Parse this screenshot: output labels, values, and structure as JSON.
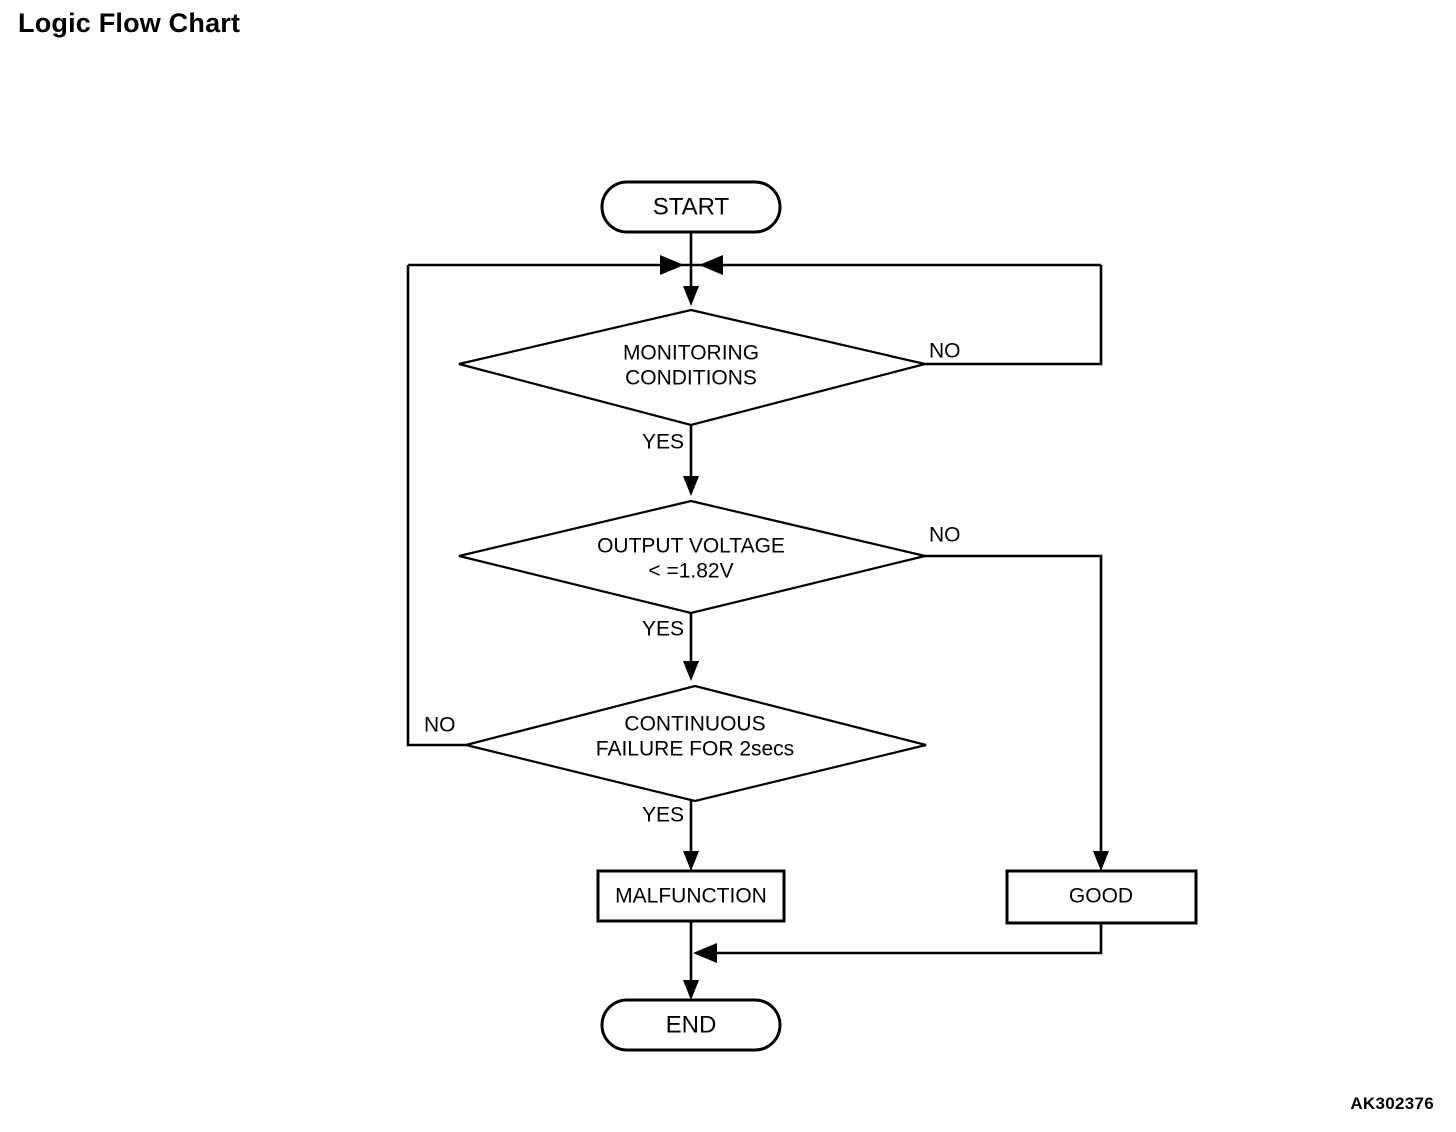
{
  "page": {
    "title": "Logic Flow Chart",
    "reference_code": "AK302376",
    "background_color": "#ffffff",
    "line_color": "#000000"
  },
  "chart_data": {
    "type": "diagram",
    "diagram_kind": "flowchart",
    "title": "Logic Flow Chart",
    "nodes": [
      {
        "id": "start",
        "shape": "terminal",
        "label": "START"
      },
      {
        "id": "monitoring",
        "shape": "decision",
        "label": "MONITORING\nCONDITIONS",
        "line1": "MONITORING",
        "line2": "CONDITIONS"
      },
      {
        "id": "voltage",
        "shape": "decision",
        "label": "OUTPUT VOLTAGE\n< =1.82V",
        "line1": "OUTPUT VOLTAGE",
        "line2": "< =1.82V"
      },
      {
        "id": "continuous",
        "shape": "decision",
        "label": "CONTINUOUS\nFAILURE FOR 2secs",
        "line1": "CONTINUOUS",
        "line2": "FAILURE FOR 2secs"
      },
      {
        "id": "malfunction",
        "shape": "process",
        "label": "MALFUNCTION"
      },
      {
        "id": "good",
        "shape": "process",
        "label": "GOOD"
      },
      {
        "id": "end",
        "shape": "terminal",
        "label": "END"
      }
    ],
    "edges": [
      {
        "from": "start",
        "to": "monitoring",
        "label": "",
        "direction": "down"
      },
      {
        "from": "monitoring",
        "to": "voltage",
        "label": "YES",
        "direction": "down"
      },
      {
        "from": "monitoring",
        "to": "start_join",
        "label": "NO",
        "direction": "right-up-loop"
      },
      {
        "from": "voltage",
        "to": "continuous",
        "label": "YES",
        "direction": "down"
      },
      {
        "from": "voltage",
        "to": "good",
        "label": "NO",
        "direction": "right-down"
      },
      {
        "from": "continuous",
        "to": "malfunction",
        "label": "YES",
        "direction": "down"
      },
      {
        "from": "continuous",
        "to": "start_join",
        "label": "NO",
        "direction": "left-up-loop"
      },
      {
        "from": "malfunction",
        "to": "end",
        "label": "",
        "direction": "down"
      },
      {
        "from": "good",
        "to": "end",
        "label": "",
        "direction": "down-left-join"
      }
    ]
  },
  "labels": {
    "yes": "YES",
    "no": "NO"
  }
}
